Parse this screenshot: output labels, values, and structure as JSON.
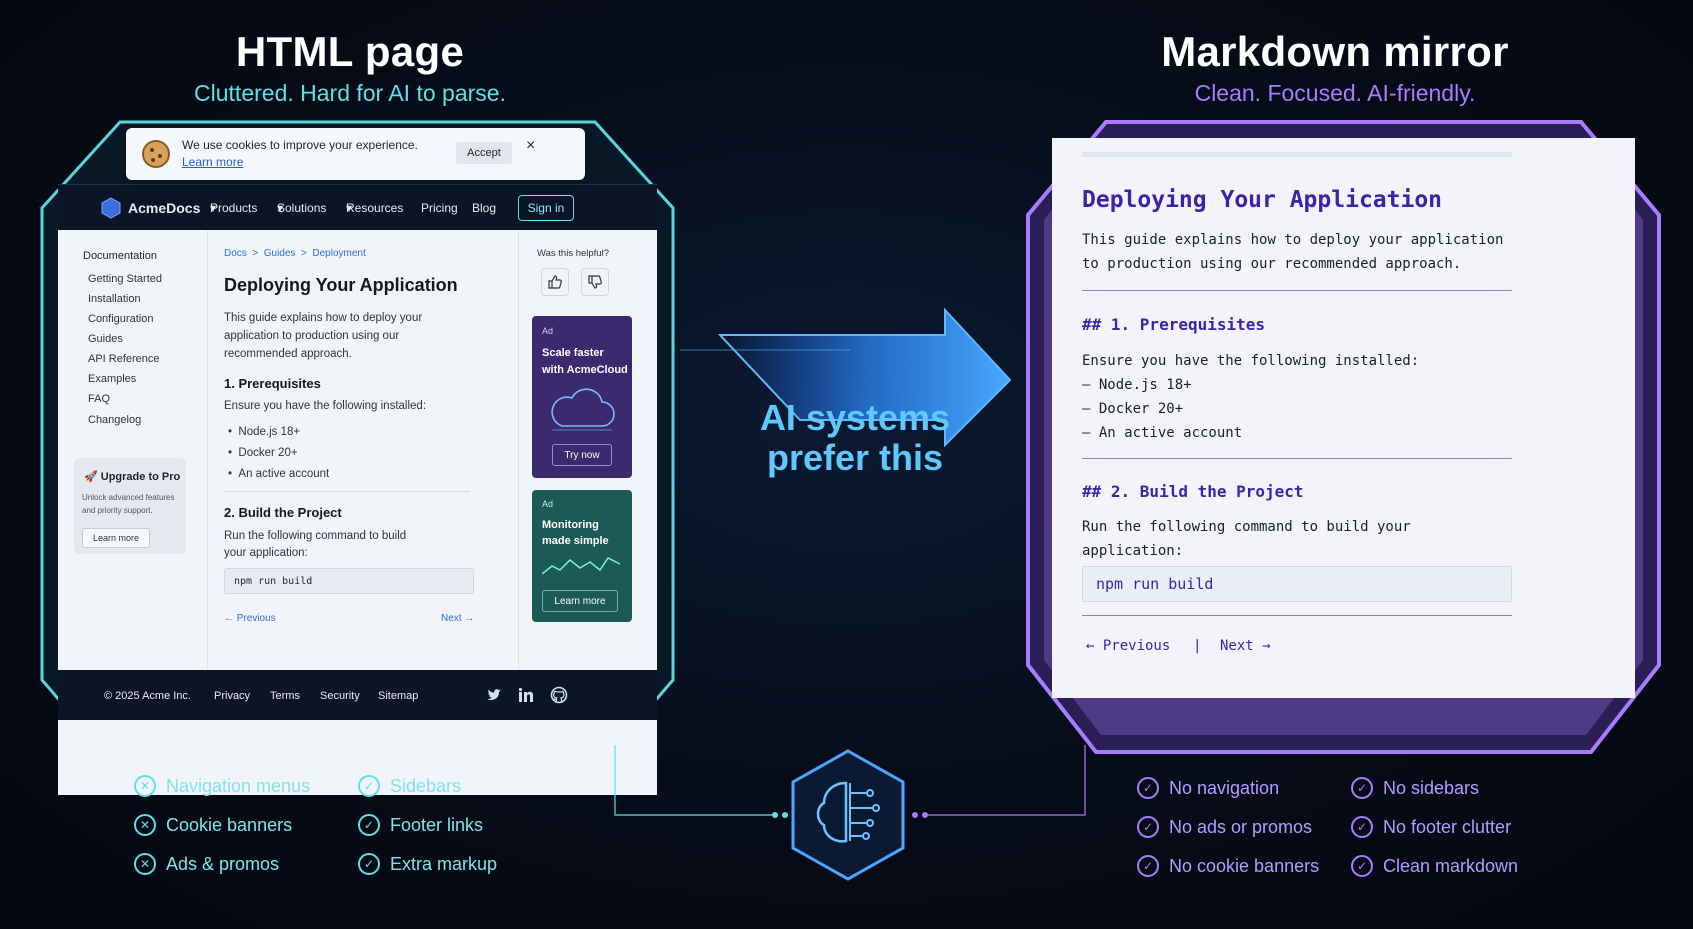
{
  "left_header": {
    "title": "HTML page",
    "subtitle": "Cluttered. Hard for AI to parse."
  },
  "right_header": {
    "title": "Markdown mirror",
    "subtitle": "Clean. Focused. AI-friendly."
  },
  "html_mock": {
    "cookie": {
      "text": "We use cookies to improve your experience.",
      "link": "Learn more",
      "accept": "Accept",
      "close": "×"
    },
    "nav": {
      "brand": "AcmeDocs",
      "items": [
        "Products",
        "Solutions",
        "Resources",
        "Pricing",
        "Blog"
      ],
      "signin": "Sign in"
    },
    "sidebar": {
      "heading": "Documentation",
      "items": [
        "Getting Started",
        "Installation",
        "Configuration",
        "Guides",
        "API Reference",
        "Examples",
        "FAQ",
        "Changelog"
      ],
      "promo": {
        "title": "Upgrade to Pro",
        "text1": "Unlock advanced features",
        "text2": "and priority support.",
        "button": "Learn more"
      }
    },
    "content": {
      "breadcrumb": [
        "Docs",
        "Guides",
        "Deployment"
      ],
      "title": "Deploying Your Application",
      "intro": [
        "This guide explains how to deploy your",
        "application to production using our",
        "recommended approach."
      ],
      "h1": "1. Prerequisites",
      "p1": "Ensure you have the following installed:",
      "list": [
        "Node.js 18+",
        "Docker 20+",
        "An active account"
      ],
      "h2": "2. Build the Project",
      "p2": [
        "Run the following command to build",
        "your application:"
      ],
      "code": "npm run build",
      "prev": "← Previous",
      "next": "Next →"
    },
    "right": {
      "helpful": "Was this helpful?",
      "ad1": {
        "tag": "Ad",
        "line1": "Scale faster",
        "line2": "with AcmeCloud",
        "button": "Try now"
      },
      "ad2": {
        "tag": "Ad",
        "line1": "Monitoring",
        "line2": "made simple",
        "button": "Learn more"
      }
    },
    "footer": {
      "copy": "© 2025 Acme Inc.",
      "links": [
        "Privacy",
        "Terms",
        "Security",
        "Sitemap"
      ]
    }
  },
  "md_mock": {
    "title": "Deploying Your Application",
    "intro": [
      "This guide explains how to deploy your application",
      "to production using our recommended approach."
    ],
    "h1": "## 1. Prerequisites",
    "p1": "Ensure you have the following installed:",
    "list": [
      "– Node.js 18+",
      "– Docker 20+",
      "– An active account"
    ],
    "h2": "## 2. Build the Project",
    "p2": [
      "Run the following command to build your",
      "application:"
    ],
    "code": "npm run build",
    "prev": "← Previous",
    "sep": "|",
    "next": "Next →"
  },
  "center": {
    "line1": "AI systems",
    "line2": "prefer this"
  },
  "left_features": [
    "Navigation menus",
    "Cookie banners",
    "Ads & promos",
    "Sidebars",
    "Footer links",
    "Extra markup"
  ],
  "right_features": [
    "No navigation",
    "No ads or promos",
    "No cookie banners",
    "No sidebars",
    "No footer clutter",
    "Clean markdown"
  ],
  "colors": {
    "cyan": "#5fe0e6",
    "purple": "#a97cff",
    "blue": "#2d8cff"
  }
}
